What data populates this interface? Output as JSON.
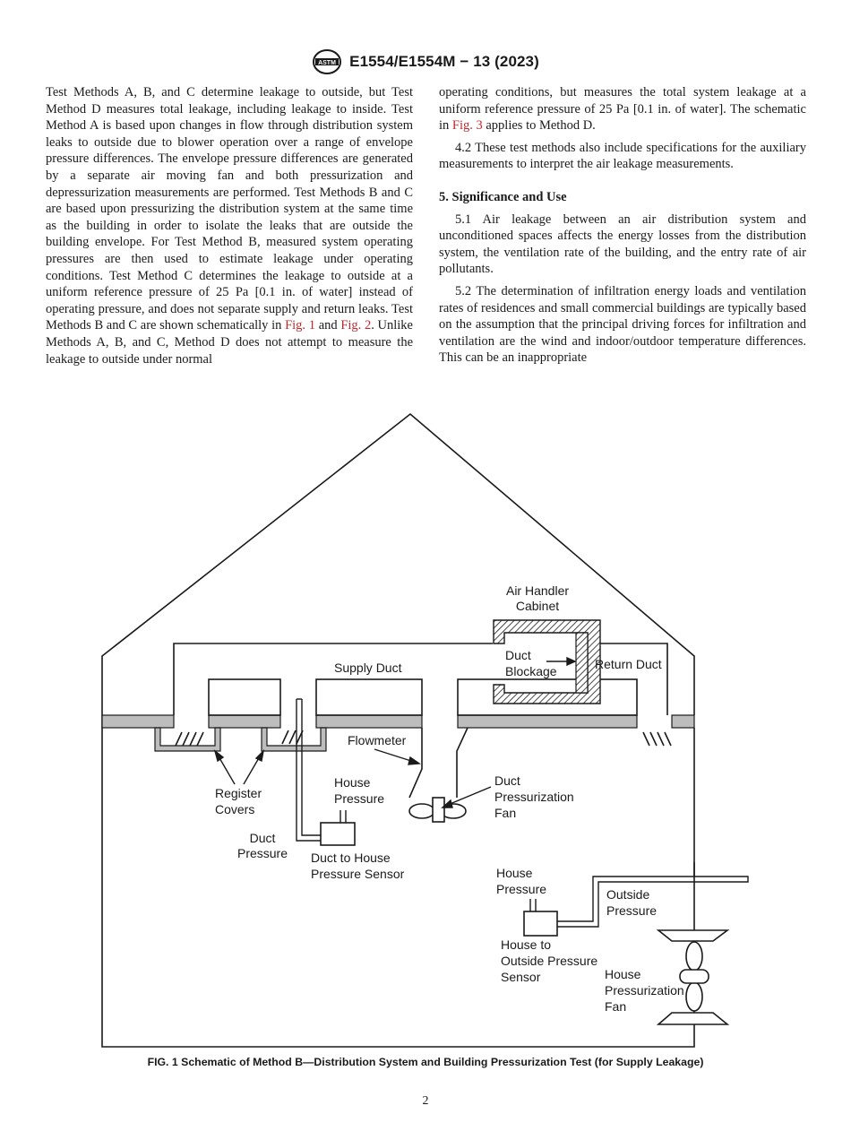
{
  "header": {
    "designation": "E1554/E1554M − 13 (2023)",
    "logo_text": "ASTM"
  },
  "left_column": {
    "text_a": "Test Methods A, B, and C determine leakage to outside, but Test Method D measures total leakage, including leakage to inside. Test Method A is based upon changes in flow through distribution system leaks to outside due to blower operation over a range of envelope pressure differences. The envelope pressure differences are generated by a separate air moving fan and both pressurization and depressurization measurements are performed. Test Methods B and C are based upon pressurizing the distribution system at the same time as the building in order to isolate the leaks that are outside the building envelope. For Test Method B, measured system operating pressures are then used to estimate leakage under operating conditions. Test Method C determines the leakage to outside at a uniform reference pressure of 25 Pa [0.1 in. of water] instead of operating pressure, and does not separate supply and return leaks. Test Methods B and C are shown schematically in ",
    "ref_fig1": "Fig. 1",
    "text_b": " and ",
    "ref_fig2": "Fig. 2",
    "text_c": ". Unlike Methods A, B, and C, Method D does not attempt to measure the leakage to outside under normal"
  },
  "right_column": {
    "text_a": "operating conditions, but measures the total system leakage at a uniform reference pressure of 25 Pa [0.1 in. of water]. The schematic in ",
    "ref_fig3": "Fig. 3",
    "text_b": " applies to Method D.",
    "para_4_2": "4.2 These test methods also include specifications for the auxiliary measurements to interpret the air leakage measurements.",
    "section_heading": "5. Significance and Use",
    "para_5_1": "5.1 Air leakage between an air distribution system and unconditioned spaces affects the energy losses from the distribution system, the ventilation rate of the building, and the entry rate of air pollutants.",
    "para_5_2": "5.2 The determination of infiltration energy loads and ventilation rates of residences and small commercial buildings are typically based on the assumption that the principal driving forces for infiltration and ventilation are the wind and indoor/outdoor temperature differences. This can be an inappropriate"
  },
  "figure": {
    "labels": {
      "air_handler_line1": "Air Handler",
      "air_handler_line2": "Cabinet",
      "duct_blockage_line1": "Duct",
      "duct_blockage_line2": "Blockage",
      "return_duct": "Return Duct",
      "supply_duct": "Supply Duct",
      "flowmeter": "Flowmeter",
      "house_pressure_1_line1": "House",
      "house_pressure_1_line2": "Pressure",
      "duct_press_fan_line1": "Duct",
      "duct_press_fan_line2": "Pressurization",
      "duct_press_fan_line3": "Fan",
      "register_covers_line1": "Register",
      "register_covers_line2": "Covers",
      "duct_pressure_line1": "Duct",
      "duct_pressure_line2": "Pressure",
      "duct_to_house_line1": "Duct to House",
      "duct_to_house_line2": "Pressure Sensor",
      "house_pressure_2_line1": "House",
      "house_pressure_2_line2": "Pressure",
      "outside_pressure_line1": "Outside",
      "outside_pressure_line2": "Pressure",
      "house_to_outside_line1": "House to",
      "house_to_outside_line2": "Outside Pressure",
      "house_to_outside_line3": "Sensor",
      "house_press_fan_line1": "House",
      "house_press_fan_line2": "Pressurization",
      "house_press_fan_line3": "Fan"
    },
    "caption": "FIG. 1 Schematic of Method B—Distribution System and Building Pressurization Test (for Supply Leakage)"
  },
  "page_number": "2"
}
